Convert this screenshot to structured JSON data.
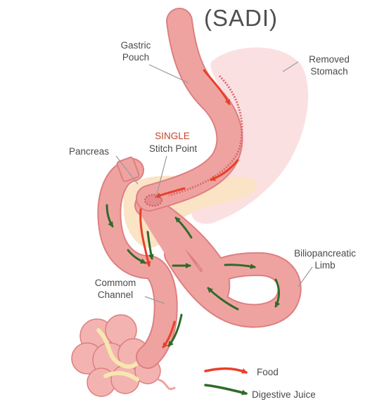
{
  "title": "(SADI)",
  "labels": {
    "gastric_pouch": [
      "Gastric",
      "Pouch"
    ],
    "removed_stomach": [
      "Removed",
      "Stomach"
    ],
    "single": "SINGLE",
    "stitch_point": "Stitch Point",
    "pancreas": "Pancreas",
    "biliopancreatic_limb": [
      "Biliopancreatic",
      "Limb"
    ],
    "common_channel": [
      "Commom",
      "Channel"
    ]
  },
  "legend": {
    "food": "Food",
    "digestive_juice": "Digestive Juice",
    "food_color": "#e8402a",
    "juice_color": "#2f6a2a"
  },
  "colors": {
    "tissue": "#efa3a1",
    "tissue_edge": "#dd7f80",
    "stomach_ghost": "#fbe0e2",
    "pancreas": "#fbe3c6",
    "bowel_fat": "#f6e7b0",
    "leader": "#9a9a9a"
  }
}
